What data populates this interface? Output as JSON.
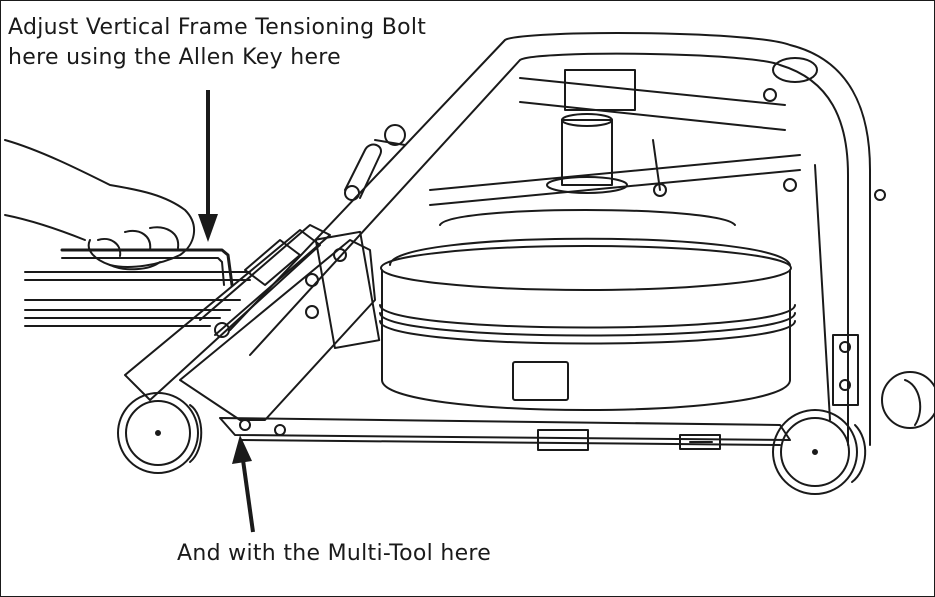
{
  "annotations": {
    "top_line_1": "Adjust Vertical Frame Tensioning Bolt",
    "top_line_2": "here using the Allen Key here",
    "bottom": "And with the Multi-Tool here"
  },
  "colors": {
    "ink": "#1a1a1a",
    "paper": "#ffffff"
  }
}
